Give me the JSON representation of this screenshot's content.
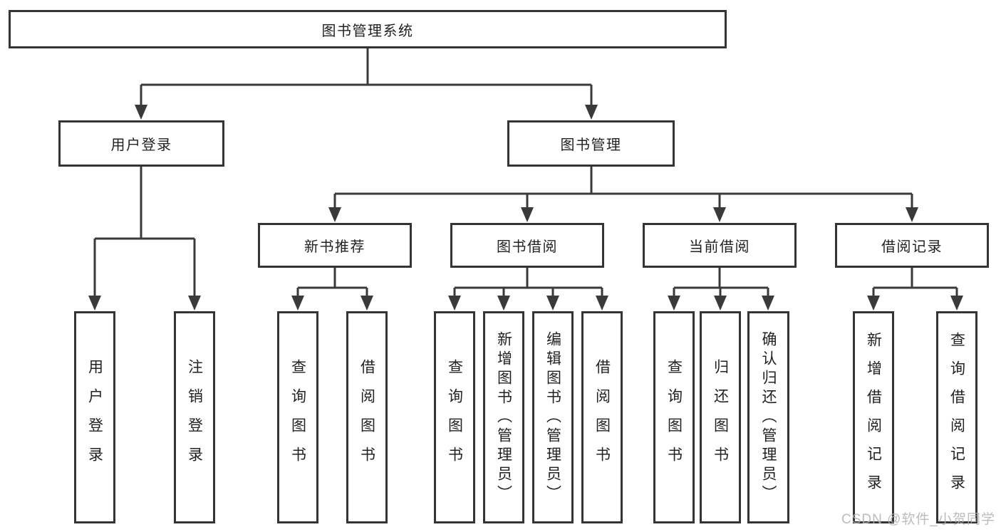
{
  "colors": {
    "line": "#3a3a3a",
    "box_border": "#343434",
    "box_fill": "#ffffff",
    "text": "#222222",
    "watermark": "#b0b0b0"
  },
  "watermark": {
    "text": "CSDN @软件_小贺同学"
  },
  "tree": {
    "root": {
      "label": "图书管理系统",
      "children": [
        {
          "label": "用户登录",
          "children": [
            {
              "label": "用户登录"
            },
            {
              "label": "注销登录"
            }
          ]
        },
        {
          "label": "图书管理",
          "children": [
            {
              "label": "新书推荐",
              "children": [
                {
                  "label": "查询图书"
                },
                {
                  "label": "借阅图书"
                }
              ]
            },
            {
              "label": "图书借阅",
              "children": [
                {
                  "label": "查询图书"
                },
                {
                  "label": "新增图书（管理员）"
                },
                {
                  "label": "编辑图书（管理员）"
                },
                {
                  "label": "借阅图书"
                }
              ]
            },
            {
              "label": "当前借阅",
              "children": [
                {
                  "label": "查询图书"
                },
                {
                  "label": "归还图书"
                },
                {
                  "label": "确认归还（管理员）"
                }
              ]
            },
            {
              "label": "借阅记录",
              "children": [
                {
                  "label": "新增借阅记录"
                },
                {
                  "label": "查询借阅记录"
                }
              ]
            }
          ]
        }
      ]
    }
  }
}
